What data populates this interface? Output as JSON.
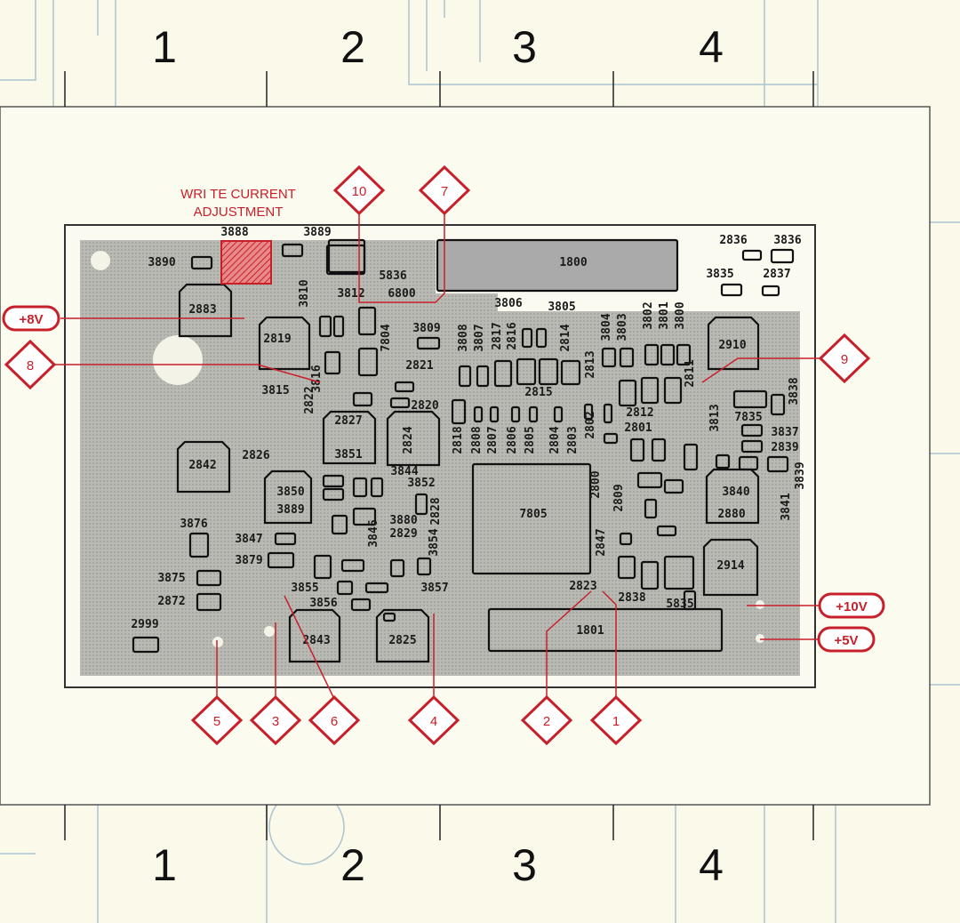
{
  "column_numbers": [
    "1",
    "2",
    "3",
    "4"
  ],
  "adjustment_label": {
    "line1": "WRI TE  CURRENT",
    "line2": "ADJUSTMENT"
  },
  "markers": [
    "10",
    "7",
    "8",
    "9",
    "5",
    "3",
    "6",
    "4",
    "2",
    "1"
  ],
  "voltages": [
    "+8V",
    "+10V",
    "+5V"
  ],
  "components": [
    "3888",
    "3889",
    "3890",
    "1800",
    "2836",
    "3836",
    "3835",
    "2837",
    "5836",
    "6800",
    "3812",
    "2883",
    "2819",
    "3809",
    "3806",
    "3805",
    "2910",
    "2821",
    "3815",
    "2815",
    "2820",
    "2812",
    "2801",
    "7835",
    "3837",
    "2839",
    "2827",
    "3851",
    "2842",
    "2826",
    "3844",
    "3852",
    "3850",
    "3889",
    "7805",
    "3840",
    "2880",
    "3876",
    "3880",
    "2829",
    "3847",
    "3879",
    "2914",
    "3875",
    "2872",
    "3855",
    "3857",
    "2823",
    "2838",
    "5835",
    "3856",
    "1801",
    "2843",
    "2825",
    "2999"
  ],
  "vertical_components": [
    "3810",
    "7804",
    "3808",
    "3807",
    "2817",
    "2816",
    "2814",
    "3804",
    "3803",
    "3802",
    "3801",
    "3800",
    "2813",
    "2818",
    "2808",
    "2807",
    "2806",
    "2805",
    "2804",
    "2803",
    "2802",
    "2800",
    "2847",
    "2809",
    "3838",
    "3839",
    "3841",
    "3813",
    "2824",
    "2828",
    "3854",
    "3846",
    "2822",
    "3816",
    "2811"
  ],
  "colors": {
    "marker": "#c8202a",
    "board": "#a9a9a3",
    "background": "#fbf9ea",
    "schematic": "#a9c4cf"
  }
}
